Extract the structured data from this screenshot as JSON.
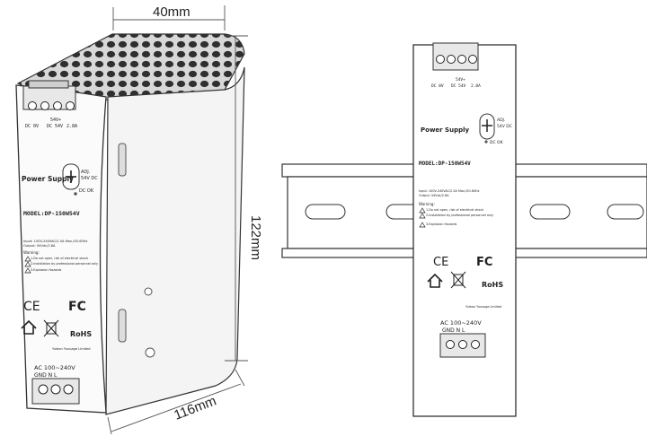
{
  "dimensions": {
    "width": "40mm",
    "height": "122mm",
    "depth": "116mm"
  },
  "device": {
    "terminal_top_left": "DC 0V",
    "terminal_top_mid": "DC 54V",
    "terminal_top_right": "2.8A",
    "terminal_top_plus": "54V+",
    "title": "Power Supply",
    "adj": "ADJ.",
    "adj_value": "54V DC",
    "dc_ok": "DC OK",
    "model": "MODEL:DP-150W54V",
    "input_spec": "Input: 100V-240VAC/2.5A Max./50-60Hz",
    "output_spec": "Output: 54Vdc/2.8A",
    "warning_title": "Warning:",
    "warning_1": "1.Do not open, risk of electrical shock",
    "warning_2": "2.Installation by professional personnel only",
    "warning_3": "3.Explosion Hazards",
    "ce": "CE",
    "fc": "FC",
    "rohs": "RoHS",
    "manufacturer": "Yuleon Yuxuage Limited",
    "ac_label": "AC 100~240V",
    "terminal_bottom": "GND N L"
  },
  "front_view": {
    "title": "Power Supply",
    "adj": "ADJ.",
    "adj_value": "54V DC",
    "dc_ok": "DC OK",
    "model": "MODEL:DP-150W54V",
    "input_spec": "Input: 100V-240VAC/2.5A Max./50-60Hz",
    "output_spec": "Output: 54Vdc/2.8A",
    "warning_title": "Warning:",
    "warning_1": "1.Do not open, risk of electrical shock",
    "warning_2": "2.Installation by professional personnel only",
    "warning_3": "3.Explosion Hazards",
    "terminal_top_a": "DC 0V",
    "terminal_top_b": "DC 54V",
    "terminal_top_c": "2.8A",
    "terminal_top_plus": "54V+",
    "ce": "CE",
    "fc": "FC",
    "rohs": "RoHS",
    "manufacturer": "Yuleon Yuxuage Limited",
    "ac_label": "AC 100~240V",
    "terminal_bottom": "GND N L"
  }
}
